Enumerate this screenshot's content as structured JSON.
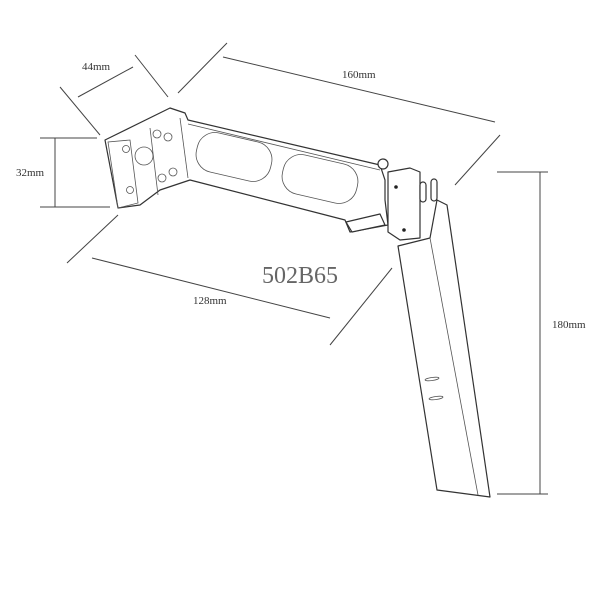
{
  "model_label": "502B65",
  "dimensions": {
    "width_top": "44mm",
    "length_top": "160mm",
    "height_mount": "32mm",
    "length_bottom": "128mm",
    "blade_length": "180mm"
  }
}
